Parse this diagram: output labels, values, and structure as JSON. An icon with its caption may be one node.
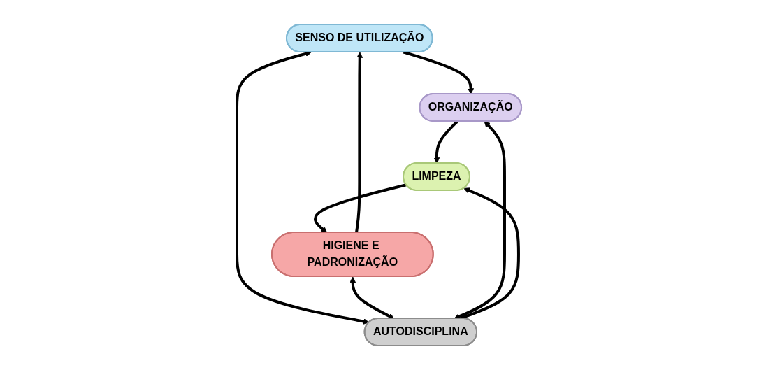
{
  "diagram": {
    "nodes": [
      {
        "text": [
          "SENSO DE UTILIZAÇÃO"
        ]
      },
      {
        "text": [
          "HIGIENE E PADRONIZAÇÃO"
        ]
      },
      {
        "text": [
          "AUTODISCIPLINA"
        ]
      },
      {
        "text": [
          "ORGANIZAÇÃO"
        ]
      },
      {
        "text": [
          "LIMPEZA"
        ]
      }
    ],
    "edges": [
      {
        "from": 0,
        "to": 3,
        "arrow": "to"
      },
      {
        "from": 3,
        "to": 4,
        "arrow": "to"
      },
      {
        "from": 4,
        "to": 1,
        "arrow": "to"
      },
      {
        "from": 1,
        "to": 0,
        "arrow": "to"
      },
      {
        "from": 0,
        "to": 2,
        "arrow": "both"
      },
      {
        "from": 1,
        "to": 2,
        "arrow": "both"
      },
      {
        "from": 2,
        "to": 3,
        "arrow": "both"
      },
      {
        "from": 2,
        "to": 4,
        "arrow": "both"
      }
    ]
  }
}
